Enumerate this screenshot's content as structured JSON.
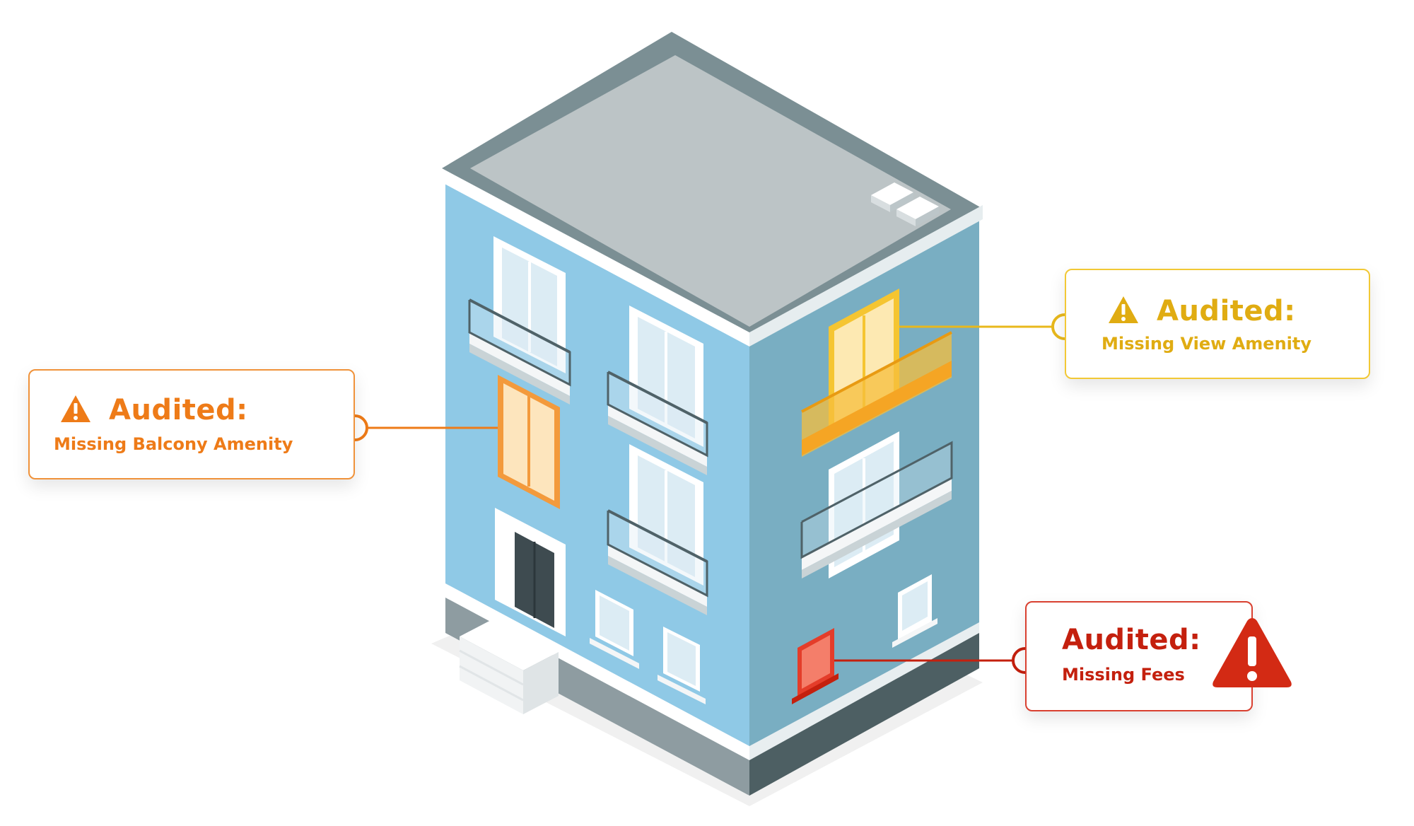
{
  "colors": {
    "balcony_accent": "#ee7b18",
    "view_accent": "#e0ac12",
    "fees_accent": "#c4200e",
    "facade_front": "#8fc9e6",
    "facade_side": "#79aec2",
    "roof": "#bcc4c6"
  },
  "callouts": {
    "balcony": {
      "icon": "warning-triangle-icon",
      "title": "Audited:",
      "subtitle": "Missing Balcony Amenity"
    },
    "view": {
      "icon": "warning-triangle-icon",
      "title": "Audited:",
      "subtitle": "Missing View Amenity"
    },
    "fees": {
      "icon": "warning-triangle-icon",
      "title": "Audited:",
      "subtitle": "Missing Fees"
    }
  }
}
